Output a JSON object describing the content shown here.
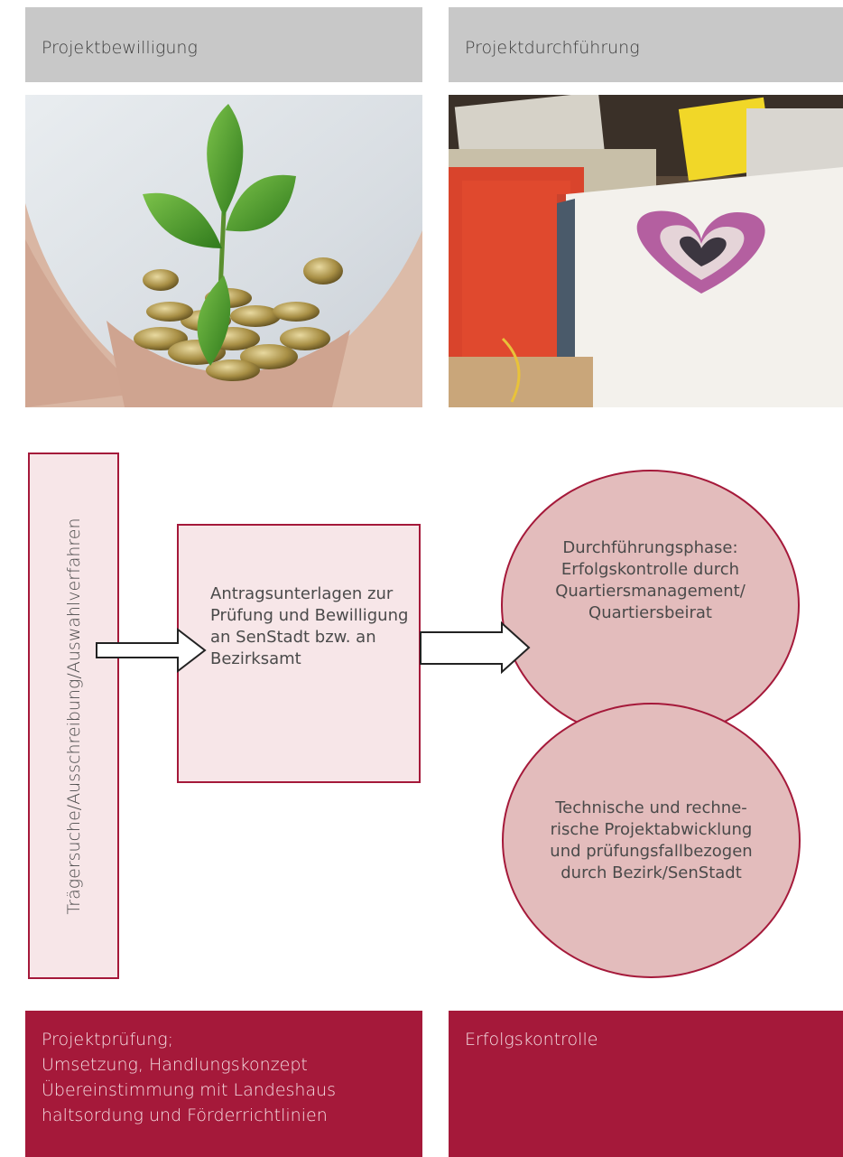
{
  "headers": {
    "left": "Projektbewilligung",
    "right": "Projektdurchführung"
  },
  "images": {
    "left": "plant-coins-hands-photo",
    "right": "heart-artwork-papers-photo"
  },
  "diagram": {
    "vertical_label": "Trägersuche/Ausschreibung/Auswahlverfahren",
    "box_text": "Antragsunterlagen zur Prüfung und Bewilligung an SenStadt bzw. an Bezirksamt",
    "circle_top": "Durchführungsphase:\nErfolgskontrolle durch\nQuartiersmanagement/\nQuartiersbeirat",
    "circle_bottom": "Technische und rechne-\nrische Projektabwicklung\nund prüfungsfallbezogen\ndurch Bezirk/SenStadt"
  },
  "footers": {
    "left": "Projektprüfung;\nUmsetzung, Handlungskonzept\nÜbereinstimmung mit Landeshaus\nhaltsordung und Förderrichtlinien",
    "right": "Erfolgskontrolle"
  },
  "colors": {
    "accent": "#a5193a",
    "header_gray": "#c8c8c8",
    "box_fill": "#f7e6e8",
    "circle_fill": "#e3bcbc"
  }
}
